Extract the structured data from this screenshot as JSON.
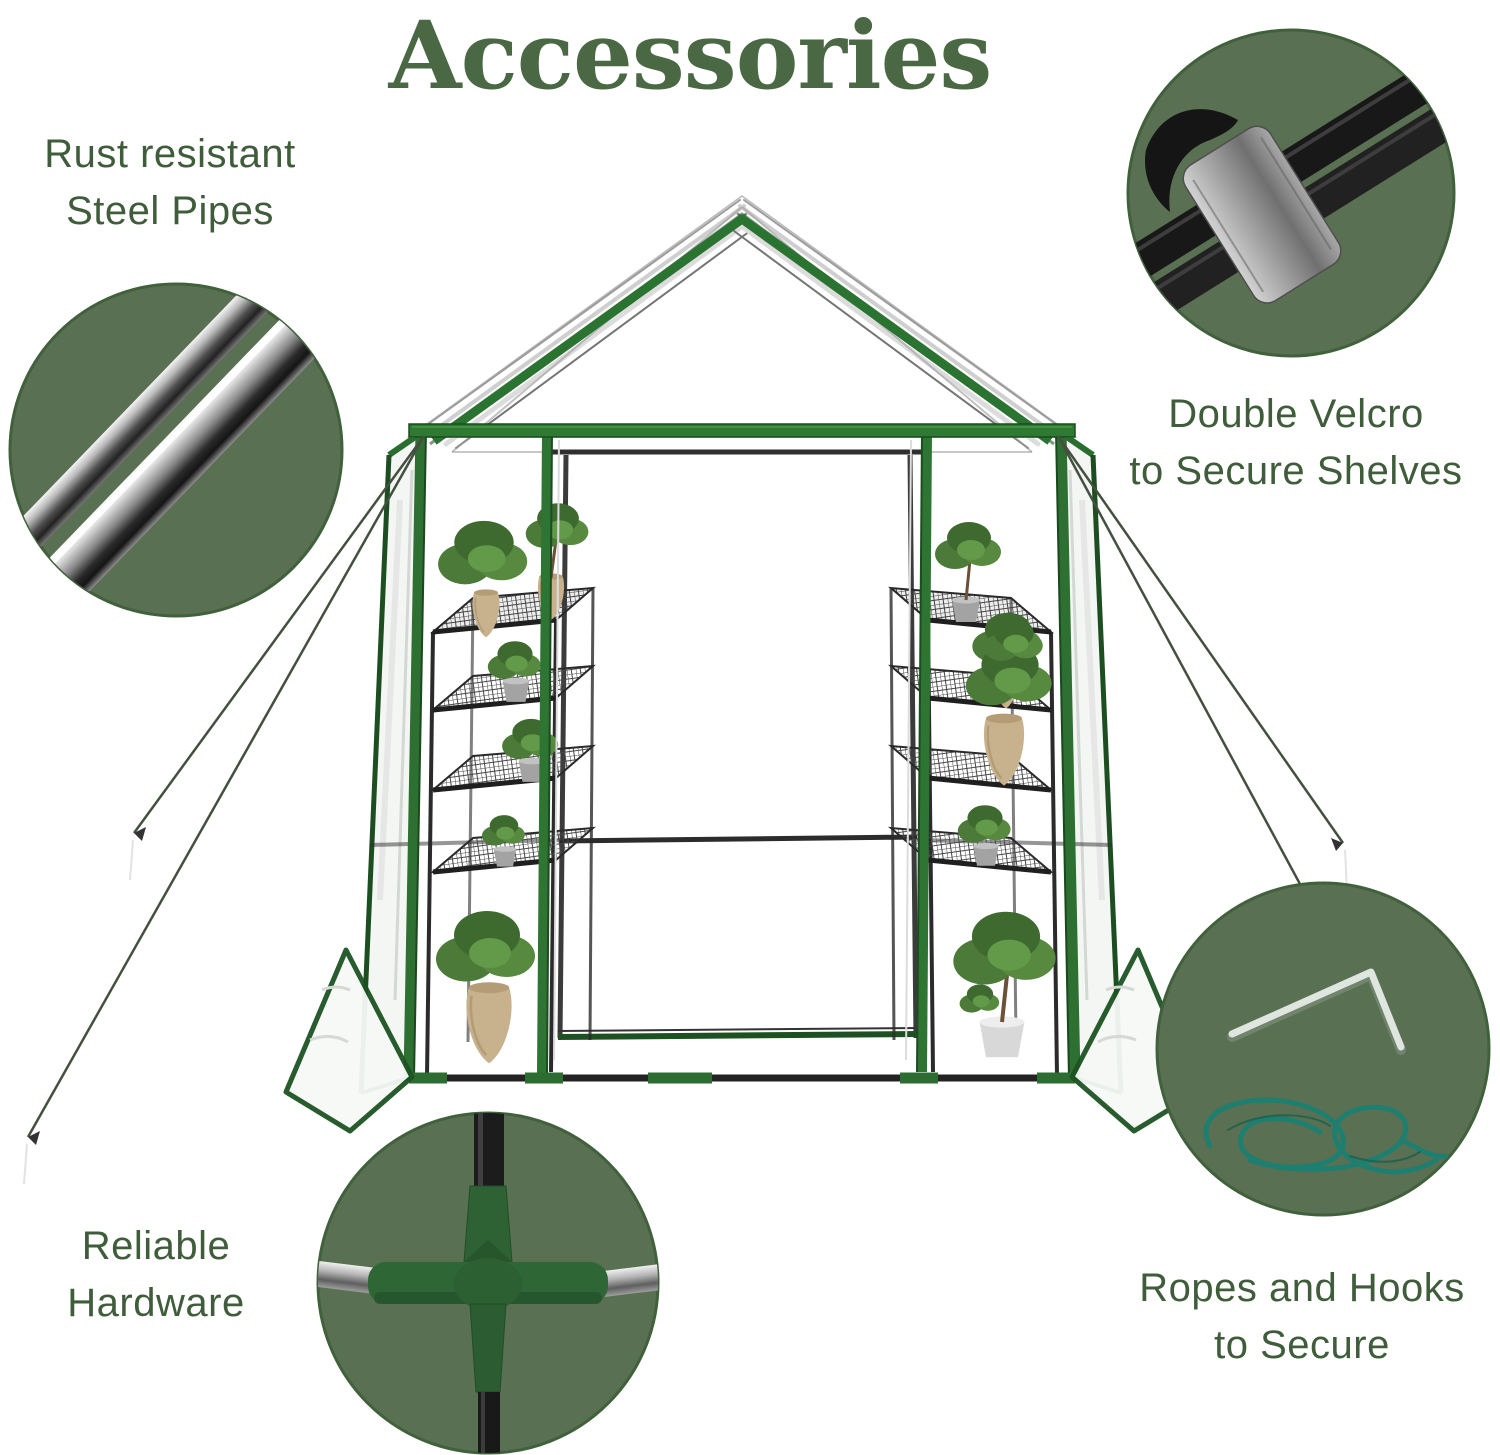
{
  "title": "Accessories",
  "callouts": [
    {
      "id": "steel-pipes",
      "icon": "steel-pipe-photo",
      "lines": [
        "Rust resistant",
        "Steel Pipes"
      ]
    },
    {
      "id": "velcro",
      "icon": "velcro-strap-photo",
      "lines": [
        "Double Velcro",
        "to Secure Shelves"
      ]
    },
    {
      "id": "hardware",
      "icon": "pipe-connector-photo",
      "lines": [
        "Reliable",
        "Hardware"
      ]
    },
    {
      "id": "ropes-hooks",
      "icon": "rope-and-hook-photo",
      "lines": [
        "Ropes and Hooks",
        "to Secure"
      ]
    }
  ],
  "colors": {
    "background": "#ffffff",
    "title_green": "#4a6844",
    "label_green": "#3f5c3b",
    "circle_green": "#597052",
    "circle_rim": "#41613c",
    "frame_green": "#2e7a33",
    "trim_green": "#1d5322",
    "rope_teal": "#1e7f70"
  }
}
